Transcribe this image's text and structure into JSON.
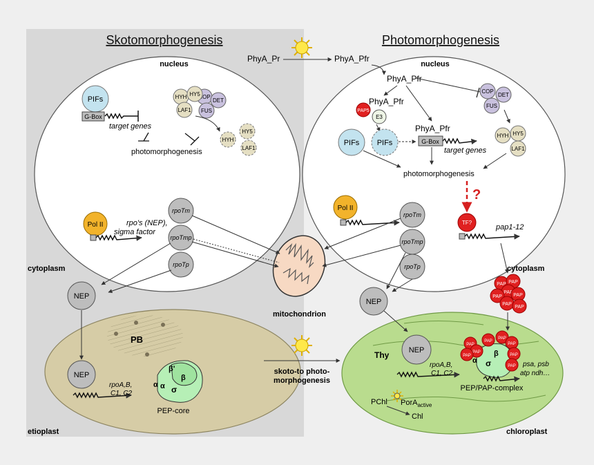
{
  "titles": {
    "left": "Skotomorphogenesis",
    "right": "Photomorphogenesis"
  },
  "compartments": {
    "nucleus": "nucleus",
    "cytoplasm": "cytoplasm",
    "mitochondrion": "mitochondrion",
    "etioplast": "etioplast",
    "chloroplast": "chloroplast",
    "transition_line1": "skoto-to photo-",
    "transition_line2": "morphogenesis"
  },
  "phy": {
    "pr": "PhyA_Pr",
    "pfr": "PhyA_Pfr"
  },
  "proteins": {
    "pifs": "PIFs",
    "gbox": "G-Box",
    "cop": "COP",
    "det": "DET",
    "fus": "FUS",
    "hyh": "HYH",
    "hy5": "HY5",
    "laf1": "LAF1",
    "pap5": "PAP5",
    "e3": "E3",
    "pol2": "Pol II",
    "tf": "TF?",
    "pap": "PAP",
    "nep": "NEP",
    "pb": "PB",
    "thy": "Thy"
  },
  "labels": {
    "target_genes": "target genes",
    "photomorphogenesis": "photomorphogenesis",
    "rpos_line1": "rpo's (NEP),",
    "rpos_line2": "sigma factor",
    "pap112": "pap1-12",
    "question": "?",
    "rpoa_line1": "rpoA,B,",
    "rpoa_line2": "C1, C2",
    "pep_core": "PEP-core",
    "pep_pap": "PEP/PAP-complex",
    "psa_line1": "psa, psb",
    "psa_line2": "atp ndh…",
    "pchl": "PChl",
    "por": "PorA",
    "por_sub": "active",
    "chl": "Chl"
  },
  "genes": {
    "rpotm": "rpoTm",
    "rpotmp": "rpoTmp",
    "rpotp": "rpoTp"
  },
  "subunits": {
    "alpha": "α",
    "beta": "β",
    "beta_prime": "β'",
    "sigma": "σ"
  }
}
